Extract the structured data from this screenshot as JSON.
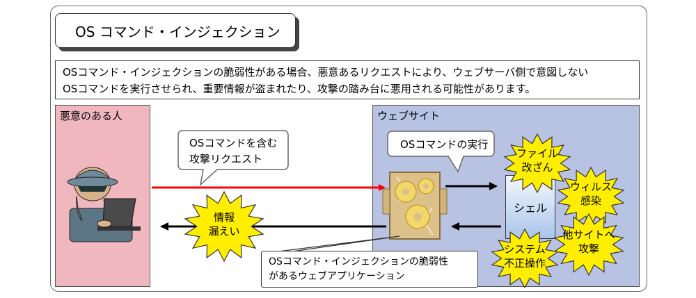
{
  "title": "OS コマンド・インジェクション",
  "description": {
    "line1": "OSコマンド・インジェクションの脆弱性がある場合、悪意あるリクエストにより、ウェブサーバ側で意図しない",
    "line2": "OSコマンドを実行させられ、重要情報が盗まれたり、攻撃の踏み台に悪用される可能性があります。"
  },
  "attacker": {
    "label": "悪意のある人"
  },
  "website": {
    "label": "ウェブサイト"
  },
  "request_bubble": {
    "line1": "OSコマンドを含む",
    "line2": "攻撃リクエスト"
  },
  "exec_bubble": {
    "label": "OSコマンドの実行"
  },
  "shell": {
    "label": "シェル"
  },
  "leak": {
    "line1": "情報",
    "line2": "漏えい"
  },
  "vuln_app": {
    "line1": "OSコマンド・インジェクションの脆弱性",
    "line2": "があるウェブアプリケーション"
  },
  "impacts": [
    {
      "line1": "ファイル",
      "line2": "改ざん"
    },
    {
      "line1": "ウィルス",
      "line2": "感染"
    },
    {
      "line1": "他サイトへ",
      "line2": "攻撃"
    },
    {
      "line1": "システム",
      "line2": "不正操作"
    }
  ],
  "colors": {
    "attacker_bg": "#f0b7bf",
    "website_bg": "#b8c3e4",
    "request_arrow": "#ff0000",
    "burst_fill": "#ffee00",
    "app_fill": "#dcc28a"
  }
}
